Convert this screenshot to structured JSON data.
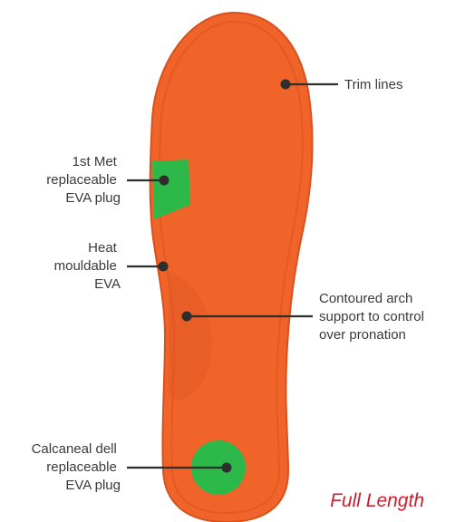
{
  "diagram": {
    "caption": "Full Length",
    "labels": {
      "trim_lines": [
        "Trim lines"
      ],
      "first_met_plug": [
        "1st Met",
        "replaceable",
        "EVA plug"
      ],
      "heat_mouldable": [
        "Heat",
        "mouldable",
        "EVA"
      ],
      "arch_support": [
        "Contoured arch",
        "support to control",
        "over pronation"
      ],
      "calcaneal_dell": [
        "Calcaneal dell",
        "replaceable",
        "EVA plug"
      ]
    },
    "colors": {
      "insole": "#f0642a",
      "insole_edge": "#d9501c",
      "insole_shadow": "#e05622",
      "eva_plug": "#2db84a",
      "caption": "#c8202e",
      "label_text": "#3a3a3a",
      "leader_line": "#2e2e2e"
    }
  }
}
